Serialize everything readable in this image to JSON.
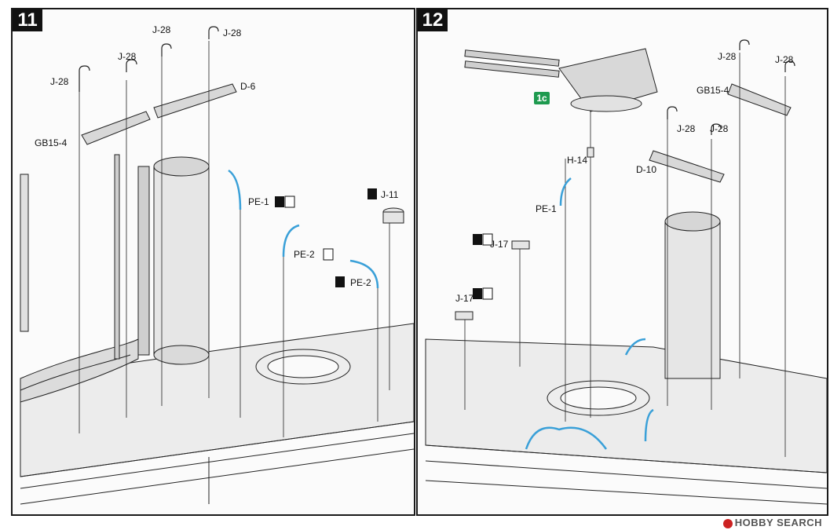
{
  "steps": {
    "left": "11",
    "right": "12"
  },
  "step11": {
    "labels": {
      "j28_a": "J-28",
      "j28_b": "J-28",
      "j28_c": "J-28",
      "j28_d": "J-28",
      "d6": "D-6",
      "gb15_4": "GB15-4",
      "pe1": "PE-1",
      "pe2_a": "PE-2",
      "pe2_b": "PE-2",
      "j11": "J-11"
    }
  },
  "step12": {
    "badge": "1c",
    "labels": {
      "j28_a": "J-28",
      "j28_b": "J-28",
      "j28_c": "J-28",
      "j28_d": "J-28",
      "gb15_4": "GB15-4",
      "h14": "H-14",
      "d10": "D-10",
      "pe1": "PE-1",
      "j17_a": "J-17",
      "j17_b": "J-17"
    }
  },
  "watermark": "HOBBY SEARCH",
  "colors": {
    "photo_etch": "#3aa0d8",
    "badge": "#1e9a4f",
    "line": "#222222"
  },
  "icons": {
    "glue": "glue-icon",
    "side_marker": "side-marker-icon",
    "watermark_logo": "hobby-search-logo-icon"
  }
}
